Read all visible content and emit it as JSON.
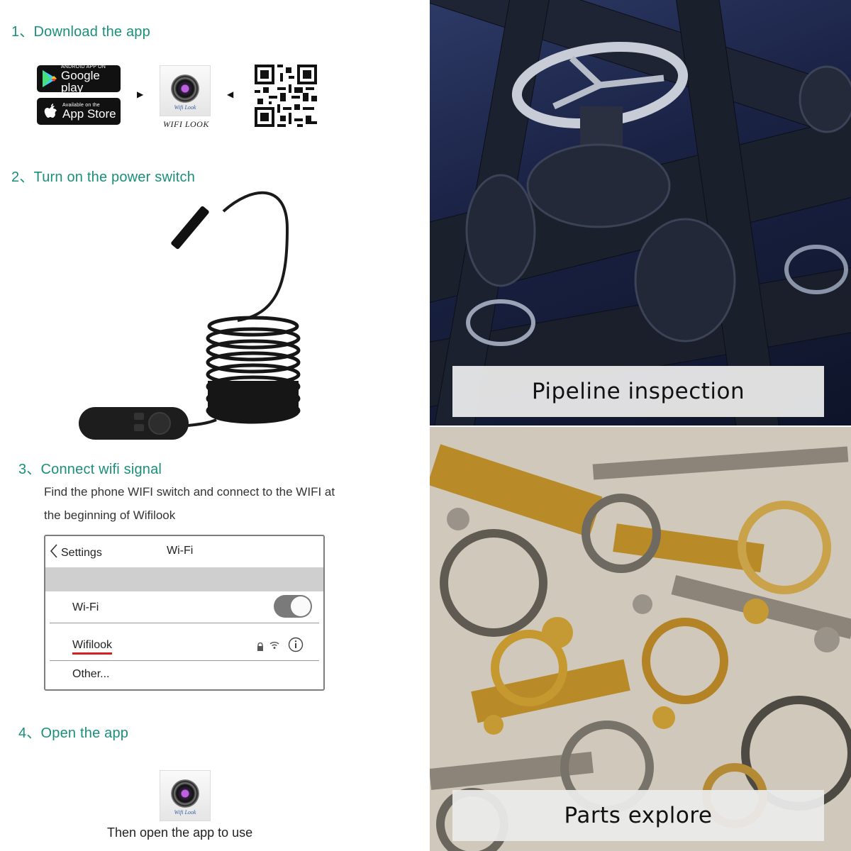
{
  "steps": {
    "step1": "1、Download the app",
    "step2": "2、Turn on the power switch",
    "step3": "3、Connect wifi signal",
    "step4": "4、Open the app"
  },
  "stores": {
    "google_small": "ANDROID APP ON",
    "google_big": "Google play",
    "apple_small": "Available on the",
    "apple_big": "App Store"
  },
  "app": {
    "icon_caption": "Wifi Look",
    "name_caption": "WIFI LOOK"
  },
  "connect_description": "Find the phone WIFI switch and connect to the WIFI at the beginning of Wifilook",
  "wifi_panel": {
    "back_label": "Settings",
    "title": "Wi-Fi",
    "wifi_row_label": "Wi-Fi",
    "toggle_on": true,
    "network_name": "Wifilook",
    "other_label": "Other..."
  },
  "open_app_caption": "Then open the app to use",
  "photos": {
    "top_label": "Pipeline inspection",
    "bottom_label": "Parts explore"
  },
  "colors": {
    "step_heading": "#1a8f7a",
    "underline": "#d42020"
  }
}
